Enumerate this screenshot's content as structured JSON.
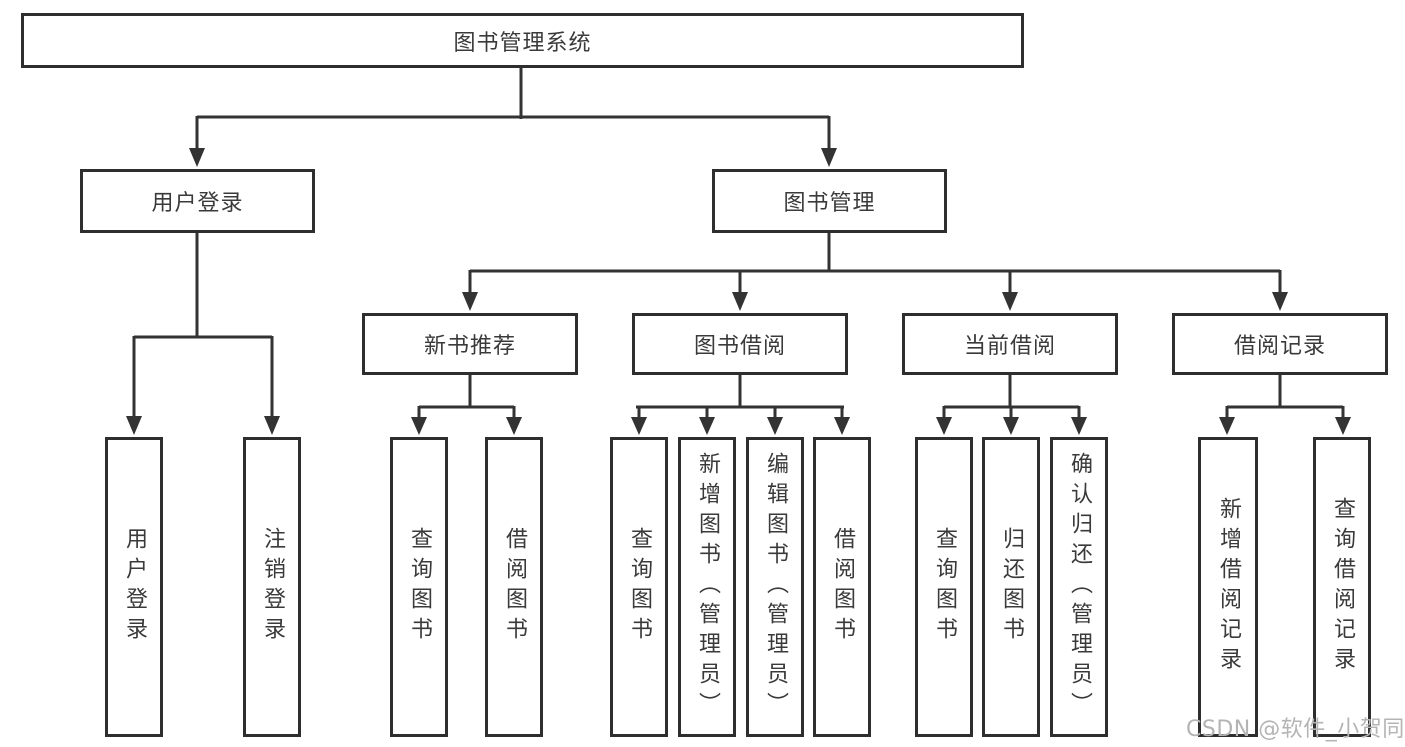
{
  "tree": {
    "label": "图书管理系统",
    "children": [
      {
        "label": "用户登录",
        "children": [
          {
            "label": "用户登录"
          },
          {
            "label": "注销登录"
          }
        ]
      },
      {
        "label": "图书管理",
        "children": [
          {
            "label": "新书推荐",
            "children": [
              {
                "label": "查询图书"
              },
              {
                "label": "借阅图书"
              }
            ]
          },
          {
            "label": "图书借阅",
            "children": [
              {
                "label": "查询图书"
              },
              {
                "label": "新增图书（管理员）"
              },
              {
                "label": "编辑图书（管理员）"
              },
              {
                "label": "借阅图书"
              }
            ]
          },
          {
            "label": "当前借阅",
            "children": [
              {
                "label": "查询图书"
              },
              {
                "label": "归还图书"
              },
              {
                "label": "确认归还（管理员）"
              }
            ]
          },
          {
            "label": "借阅记录",
            "children": [
              {
                "label": "新增借阅记录"
              },
              {
                "label": "查询借阅记录"
              }
            ]
          }
        ]
      }
    ]
  },
  "watermark": {
    "text": "CSDN @软件_小贺同学"
  },
  "colors": {
    "background": "#ffffff",
    "box_border": "#2e2e2e",
    "line": "#333333",
    "text": "#3a3a3a",
    "watermark": "#b4b4b4"
  }
}
